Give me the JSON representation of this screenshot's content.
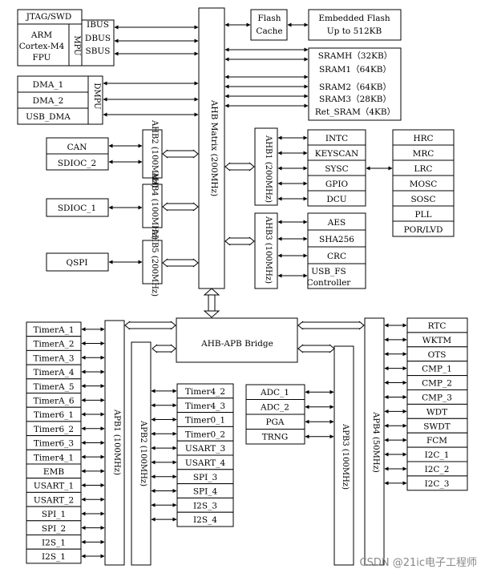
{
  "core": {
    "jtag": "JTAG/SWD",
    "arm_lines": [
      "ARM",
      "Cortex-M4",
      "FPU"
    ],
    "mpu": "MPU",
    "ibus": "IBUS",
    "dbus": "DBUS",
    "sbus": "SBUS"
  },
  "dma": {
    "items": [
      "DMA_1",
      "DMA_2",
      "USB_DMA"
    ],
    "dmpu": "DMPU"
  },
  "bus_matrix": "AHB Matrix (200MHz)",
  "flash_cache_lines": [
    "Flash",
    "Cache"
  ],
  "flash_lines": [
    "Embedded Flash",
    "Up to 512KB"
  ],
  "sram": [
    "SRAMH（32KB）",
    "SRAM1（64KB）",
    "SRAM2（64KB）",
    "SRAM3（28KB）",
    "Ret_SRAM（4KB）"
  ],
  "ahb2": {
    "label": "AHB2 (100MHz)",
    "items": [
      "CAN",
      "SDIOC_2"
    ]
  },
  "ahb4": {
    "label": "AHB4 (100MHz)",
    "items": [
      "SDIOC_1"
    ]
  },
  "ahb5": {
    "label": "AHB5 (200MHz)",
    "items": [
      "QSPI"
    ]
  },
  "ahb1": {
    "label": "AHB1 (200MHz)",
    "items": [
      "INTC",
      "KEYSCAN",
      "SYSC",
      "GPIO",
      "DCU"
    ]
  },
  "clocks": [
    "HRC",
    "MRC",
    "LRC",
    "MOSC",
    "SOSC",
    "PLL",
    "POR/LVD"
  ],
  "ahb3": {
    "label": "AHB3 (100MHz)",
    "items": [
      "AES",
      "SHA256",
      "CRC"
    ],
    "usb_lines": [
      "USB_FS",
      "Controller"
    ]
  },
  "bridge": "AHB-APB Bridge",
  "apb1": {
    "label": "APB1 (100MHz)",
    "items": [
      "TimerA_1",
      "TimerA_2",
      "TimerA_3",
      "TimerA_4",
      "TimerA_5",
      "TimerA_6",
      "Timer6_1",
      "Timer6_2",
      "Timer6_3",
      "Timer4_1",
      "EMB",
      "USART_1",
      "USART_2",
      "SPI_1",
      "SPI_2",
      "I2S_1",
      "I2S_1"
    ]
  },
  "apb2": {
    "label": "APB2 (100MHz)",
    "items": [
      "Timer4_2",
      "Timer4_3",
      "Timer0_1",
      "Timer0_2",
      "USART_3",
      "USART_4",
      "SPI_3",
      "SPI_4",
      "I2S_3",
      "I2S_4"
    ]
  },
  "apb3": {
    "label": "APB3 (100MHz)",
    "items": [
      "ADC_1",
      "ADC_2",
      "PGA",
      "TRNG"
    ]
  },
  "apb4": {
    "label": "APB4 (50MHz)",
    "items": [
      "RTC",
      "WKTM",
      "OTS",
      "CMP_1",
      "CMP_2",
      "CMP_3",
      "WDT",
      "SWDT",
      "FCM",
      "I2C_1",
      "I2C_2",
      "I2C_3"
    ]
  },
  "watermark": "CSDN @21ic电子工程师"
}
